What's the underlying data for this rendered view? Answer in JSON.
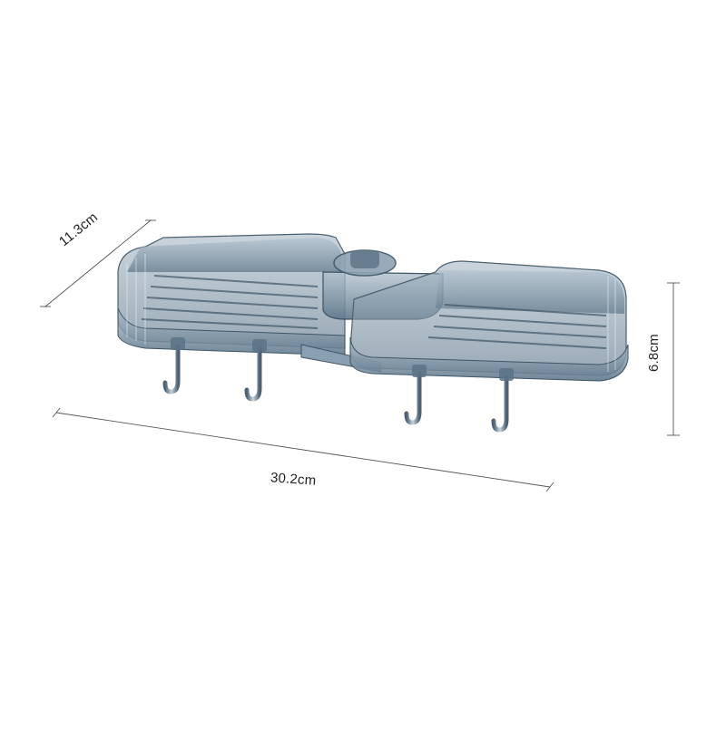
{
  "product": {
    "description": "Transparent double shower caddy shelf with center pole clamp and four hooks",
    "color": "#6f8799",
    "hook_count": 4,
    "tray_count": 2
  },
  "dimensions": {
    "depth": "11.3cm",
    "width": "30.2cm",
    "height": "6.8cm"
  },
  "colors": {
    "background": "#ffffff",
    "dimension_line": "#555555",
    "tray_body": "#7d93a5",
    "tray_dark": "#3e5566",
    "tray_light": "#c9d5de"
  }
}
